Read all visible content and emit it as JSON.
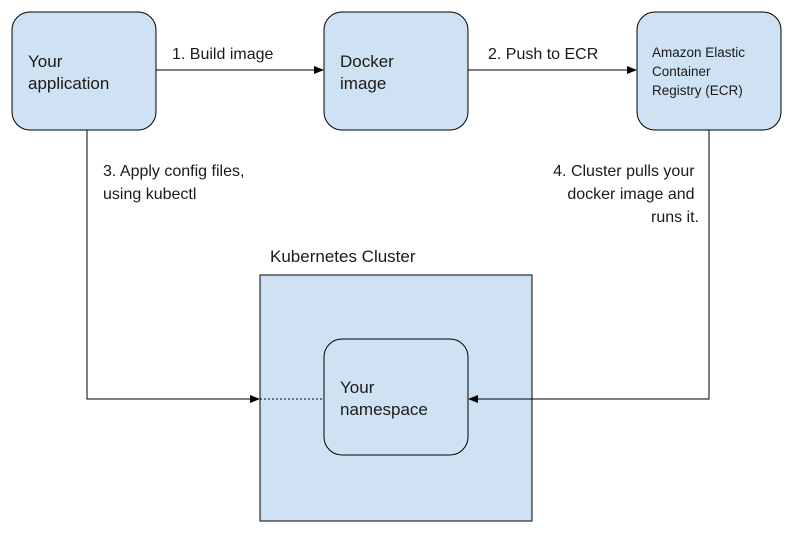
{
  "nodes": {
    "app": {
      "lines": [
        "Your",
        "application"
      ]
    },
    "docker": {
      "lines": [
        "Docker",
        "image"
      ]
    },
    "ecr": {
      "lines": [
        "Amazon Elastic",
        "Container",
        "Registry (ECR)"
      ]
    },
    "cluster": {
      "label": "Kubernetes Cluster"
    },
    "namespace": {
      "lines": [
        "Your",
        "namespace"
      ]
    }
  },
  "edges": {
    "build": {
      "label": "1. Build image"
    },
    "push": {
      "label": "2. Push to ECR"
    },
    "apply": {
      "lines": [
        "3. Apply config files,",
        "using kubectl"
      ]
    },
    "pull": {
      "lines": [
        "4. Cluster pulls your",
        "docker image and",
        "runs it."
      ]
    }
  },
  "colors": {
    "node_fill": "#cfe2f3",
    "stroke": "#000000",
    "text": "#1a1a1a"
  }
}
